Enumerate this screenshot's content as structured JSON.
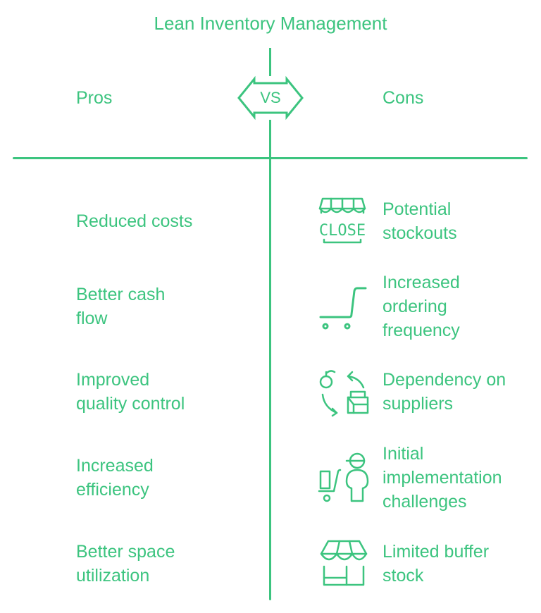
{
  "title": "Lean Inventory Management",
  "vs_label": "VS",
  "pros": {
    "header": "Pros",
    "items": [
      {
        "line1": "Reduced costs",
        "line2": ""
      },
      {
        "line1": "Better cash",
        "line2": "flow"
      },
      {
        "line1": "Improved",
        "line2": "quality control"
      },
      {
        "line1": "Increased",
        "line2": "efficiency"
      },
      {
        "line1": "Better space",
        "line2": "utilization"
      }
    ]
  },
  "cons": {
    "header": "Cons",
    "items": [
      {
        "line1": "Potential",
        "line2": "stockouts",
        "line3": "",
        "icon": "closed-store-icon"
      },
      {
        "line1": "Increased",
        "line2": "ordering",
        "line3": "frequency",
        "icon": "shopping-cart-icon"
      },
      {
        "line1": "Dependency on",
        "line2": "suppliers",
        "line3": "",
        "icon": "supply-exchange-icon"
      },
      {
        "line1": "Initial",
        "line2": "implementation",
        "line3": "challenges",
        "icon": "delivery-person-icon"
      },
      {
        "line1": "Limited buffer",
        "line2": "stock",
        "line3": "",
        "icon": "storefront-icon"
      }
    ]
  },
  "colors": {
    "accent": "#3cc47f",
    "background": "#ffffff"
  }
}
